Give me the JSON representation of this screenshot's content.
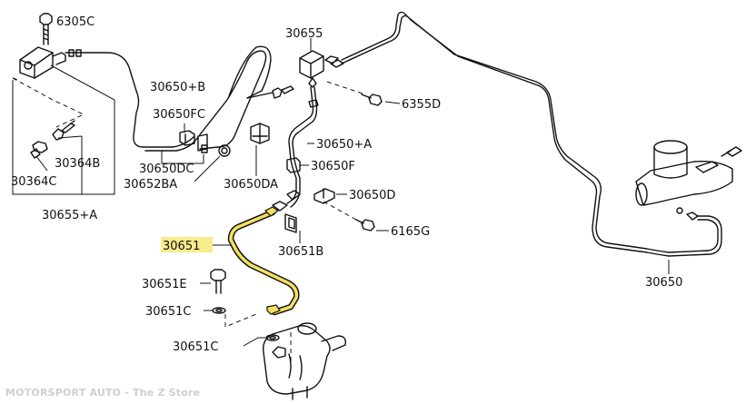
{
  "part_labels": {
    "p6305C": "6305C",
    "p30655_top": "30655",
    "p30650B": "30650+B",
    "p6355D": "6355D",
    "p30650FC": "30650FC",
    "p30650A": "30650+A",
    "p30364B": "30364B",
    "p30650DC": "30650DC",
    "p30650F": "30650F",
    "p30364C": "30364C",
    "p30652BA": "30652BA",
    "p30650DA": "30650DA",
    "p30650D": "30650D",
    "p30655A": "30655+A",
    "p30651": "30651",
    "p6165G": "6165G",
    "p30651B": "30651B",
    "p30650": "30650",
    "p30651E": "30651E",
    "p30651C_1": "30651C",
    "p30651C_2": "30651C"
  },
  "highlight_color": "#f7ec8c",
  "footer": "MOTORSPORT AUTO - The Z Store"
}
